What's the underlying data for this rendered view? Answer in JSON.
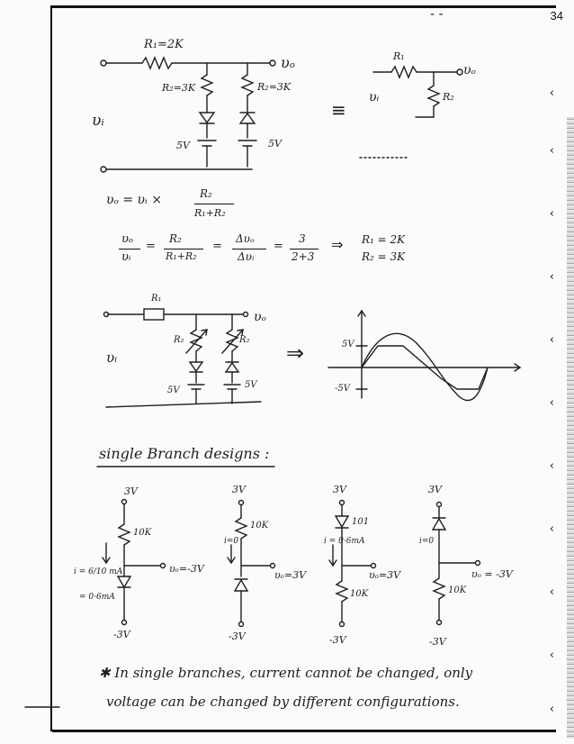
{
  "page_number": "34",
  "top_dash": "- -",
  "circuit1": {
    "r1_label": "R₁=2K",
    "r2_label": "R₂=3K",
    "r2b_label": "R₂=3K",
    "vo_label": "υₒ",
    "vi_label": "υᵢ",
    "src1_label": "5V",
    "src2_label": "5V"
  },
  "equiv": {
    "equals_sign": "≡",
    "r1_label": "R₁",
    "r2_label": "R₂",
    "vo_label": "υₒ",
    "vi_label": "υᵢ"
  },
  "formula1": {
    "lhs": "υₒ = υᵢ × ",
    "num": "R₂",
    "den": "R₁+R₂"
  },
  "formula2": {
    "frac1_num": "υₒ",
    "frac1_den": "υᵢ",
    "eq": "=",
    "frac2_num": "R₂",
    "frac2_den": "R₁+R₂",
    "frac3_num": "Δυₒ",
    "frac3_den": "Δυᵢ",
    "frac4_num": "3",
    "frac4_den": "2+3",
    "implies": "⇒",
    "result1": "R₁ = 2K",
    "result2": "R₂ = 3K"
  },
  "circuit2": {
    "r1_label": "R₁",
    "r2_label": "R₂",
    "r2b_label": "R₂",
    "vo_label": "υₒ",
    "vi_label": "υᵢ",
    "src1_label": "5V",
    "src2_label": "5V",
    "arrow": "⇒"
  },
  "waveform": {
    "pos_label": "5V",
    "neg_label": "-5V"
  },
  "section_title": "single Branch designs :",
  "branches": [
    {
      "top": "3V",
      "r": "10K",
      "i": "i = 6/10 mA",
      "i2": "= 0·6mA",
      "vo": "υₒ=-3V",
      "bottom": "-3V"
    },
    {
      "top": "3V",
      "r": "10K",
      "i": "i=0",
      "vo": "υₒ=3V",
      "bottom": "-3V"
    },
    {
      "top": "3V",
      "d": "101",
      "i": "i = 0·6mA",
      "r": "10K",
      "vo": "υₒ=3V",
      "bottom": "-3V"
    },
    {
      "top": "3V",
      "i": "i=0",
      "r": "10K",
      "vo": "υₒ = -3V",
      "bottom": "-3V"
    }
  ],
  "note_line1": "✱ In single branches, current cannot be changed, only",
  "note_line2": "voltage can be changed by different configurations."
}
